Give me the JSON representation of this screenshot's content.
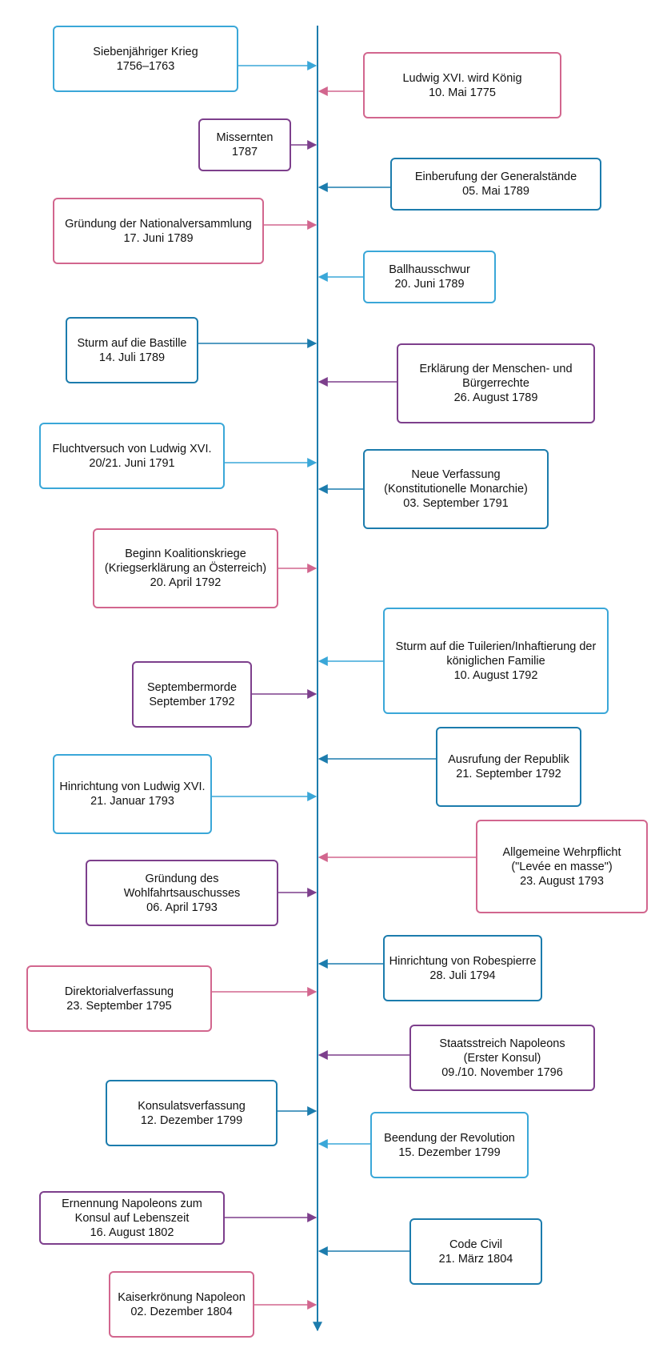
{
  "colors": {
    "axis": "#1c7cad",
    "light_blue": "#3aa7d8",
    "pink": "#d2668e",
    "purple": "#7d3f8c",
    "dark_blue": "#1c7cad"
  },
  "events": [
    {
      "lines": [
        "Siebenjähriger Krieg",
        "1756–1763"
      ],
      "color": "light_blue",
      "side": "left"
    },
    {
      "lines": [
        "Ludwig XVI. wird König",
        "10. Mai 1775"
      ],
      "color": "pink",
      "side": "right"
    },
    {
      "lines": [
        "Missernten",
        "1787"
      ],
      "color": "purple",
      "side": "left"
    },
    {
      "lines": [
        "Einberufung der Generalstände",
        "05. Mai 1789"
      ],
      "color": "dark_blue",
      "side": "right"
    },
    {
      "lines": [
        "Gründung der Nationalversammlung",
        "17. Juni 1789"
      ],
      "color": "pink",
      "side": "left"
    },
    {
      "lines": [
        "Ballhausschwur",
        "20. Juni 1789"
      ],
      "color": "light_blue",
      "side": "right"
    },
    {
      "lines": [
        "Sturm auf die Bastille",
        "14. Juli 1789"
      ],
      "color": "dark_blue",
      "side": "left"
    },
    {
      "lines": [
        "Erklärung der Menschen- und",
        "Bürgerrechte",
        "26. August 1789"
      ],
      "color": "purple",
      "side": "right"
    },
    {
      "lines": [
        "Fluchtversuch  von Ludwig XVI.",
        "20/21. Juni 1791"
      ],
      "color": "light_blue",
      "side": "left"
    },
    {
      "lines": [
        "Neue Verfassung",
        "(Konstitutionelle Monarchie)",
        "03. September 1791"
      ],
      "color": "dark_blue",
      "side": "right"
    },
    {
      "lines": [
        "Beginn Koalitionskriege",
        "(Kriegserklärung an Österreich)",
        "20. April 1792"
      ],
      "color": "pink",
      "side": "left"
    },
    {
      "lines": [
        "Sturm auf die Tuilerien/Inhaftierung der",
        "königlichen Familie",
        "10. August 1792"
      ],
      "color": "light_blue",
      "side": "right"
    },
    {
      "lines": [
        "Septembermorde",
        "September 1792"
      ],
      "color": "purple",
      "side": "left"
    },
    {
      "lines": [
        "Ausrufung der Republik",
        "21. September 1792"
      ],
      "color": "dark_blue",
      "side": "right"
    },
    {
      "lines": [
        "Hinrichtung von Ludwig XVI.",
        "21. Januar 1793"
      ],
      "color": "light_blue",
      "side": "left"
    },
    {
      "lines": [
        "Allgemeine Wehrpflicht",
        "(\"Levée en masse\")",
        "23. August 1793"
      ],
      "color": "pink",
      "side": "right"
    },
    {
      "lines": [
        "Gründung des",
        "Wohlfahrtsauschusses",
        "06. April 1793"
      ],
      "color": "purple",
      "side": "left"
    },
    {
      "lines": [
        "Hinrichtung von Robespierre",
        "28. Juli 1794"
      ],
      "color": "dark_blue",
      "side": "right"
    },
    {
      "lines": [
        "Direktorialverfassung",
        "23. September 1795"
      ],
      "color": "pink",
      "side": "left"
    },
    {
      "lines": [
        "Staatsstreich Napoleons",
        "(Erster Konsul)",
        "09./10. November 1796"
      ],
      "color": "purple",
      "side": "right"
    },
    {
      "lines": [
        "Konsulatsverfassung",
        "12. Dezember 1799"
      ],
      "color": "dark_blue",
      "side": "left"
    },
    {
      "lines": [
        "Beendung der Revolution",
        "15. Dezember 1799"
      ],
      "color": "light_blue",
      "side": "right"
    },
    {
      "lines": [
        "Ernennung Napoleons zum",
        "Konsul auf Lebenszeit",
        "16. August 1802"
      ],
      "color": "purple",
      "side": "left"
    },
    {
      "lines": [
        "Code Civil",
        "21. März 1804"
      ],
      "color": "dark_blue",
      "side": "right"
    },
    {
      "lines": [
        "Kaiserkrönung Napoleon",
        "02. Dezember 1804"
      ],
      "color": "pink",
      "side": "left"
    }
  ]
}
